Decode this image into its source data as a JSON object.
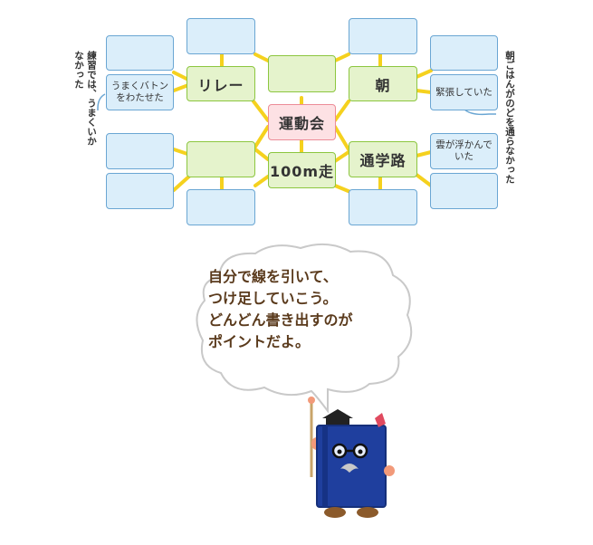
{
  "center": {
    "label": "運動会"
  },
  "branches": {
    "relay": "リレー",
    "morning": "朝",
    "hundred_m": "100m走",
    "commute": "通学路"
  },
  "leaves": {
    "relay_note": "うまくバトンをわたせた",
    "morning_note": "緊張していた",
    "commute_note": "雲が浮かんでいた"
  },
  "side_notes": {
    "left": "練習では、うまくいかなかった",
    "right": "朝ごはんがのどを通らなかった"
  },
  "speech": {
    "lines": [
      "自分で線を引いて、",
      "つけ足していこう。",
      "どんどん書き出すのが",
      "ポイントだよ。"
    ]
  },
  "colors": {
    "connector": "#f5d11e",
    "center_fill": "#fde1e4",
    "branch_fill": "#e5f3cc",
    "leaf_fill": "#dbeefa",
    "character_book": "#1f3f9e",
    "speech_text": "#5a3a1c"
  }
}
